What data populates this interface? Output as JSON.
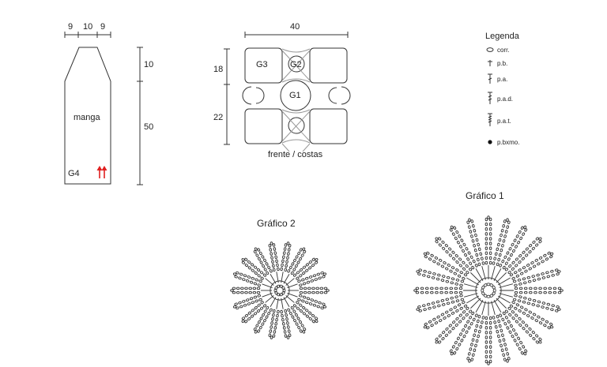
{
  "sleeve": {
    "top_dims": [
      "9",
      "10",
      "9"
    ],
    "side_dims": [
      "10",
      "50"
    ],
    "label": "manga",
    "chart_ref": "G4",
    "arrow_color": "#e02020"
  },
  "body_panel": {
    "width_dim": "40",
    "side_dims": [
      "18",
      "22"
    ],
    "labels": {
      "g3": "G3",
      "g2": "G2",
      "g1": "G1"
    },
    "caption": "frente / costas"
  },
  "legend": {
    "title": "Legenda",
    "items": [
      {
        "symbol": "chain-symbol-icon",
        "label": "corr."
      },
      {
        "symbol": "sc-symbol-icon",
        "label": "p.b."
      },
      {
        "symbol": "dc-symbol-icon",
        "label": "p.a."
      },
      {
        "symbol": "dtr-symbol-icon",
        "label": "p.a.d."
      },
      {
        "symbol": "ttr-symbol-icon",
        "label": "p.a.t."
      },
      {
        "symbol": "slip-stitch-symbol-icon",
        "label": "p.bxmo."
      }
    ]
  },
  "charts": [
    {
      "title": "Gráfico 2",
      "petals": 18
    },
    {
      "title": "Gráfico 1",
      "petals": 24
    }
  ]
}
